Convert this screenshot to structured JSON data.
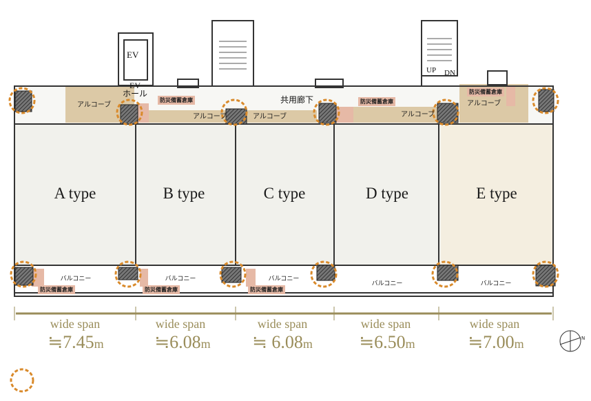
{
  "units": [
    {
      "type": "A type",
      "span_label": "wide span",
      "span_value": "≒7.45",
      "span_unit": "m"
    },
    {
      "type": "B type",
      "span_label": "wide span",
      "span_value": "≒6.08",
      "span_unit": "m"
    },
    {
      "type": "C type",
      "span_label": "wide span",
      "span_value": "≒ 6.08",
      "span_unit": "m"
    },
    {
      "type": "D type",
      "span_label": "wide span",
      "span_value": "≒6.50",
      "span_unit": "m"
    },
    {
      "type": "E type",
      "span_label": "wide span",
      "span_value": "≒7.00",
      "span_unit": "m"
    }
  ],
  "labels": {
    "ev": "EV",
    "ev_hall": "EV\nホール",
    "corridor": "共用廊下",
    "up": "UP",
    "dn": "DN",
    "alcove": "アルコーブ",
    "storage": "防災備蓄倉庫",
    "balcony": "バルコニー",
    "compass": "N"
  },
  "colors": {
    "accent": "#9a8d5a",
    "column_marker": "#d98a2b",
    "alcove": "#dcc9a6",
    "storage": "#e6b9a6"
  }
}
